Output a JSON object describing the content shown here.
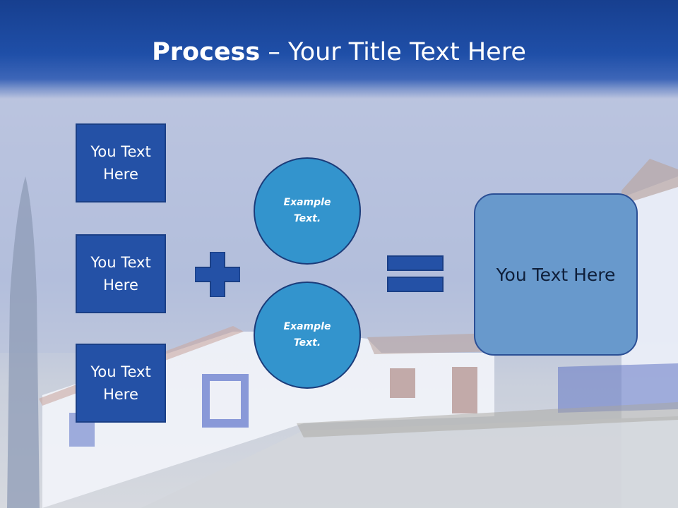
{
  "title": {
    "bold": "Process",
    "rest": " – Your Title Text Here"
  },
  "left_boxes": [
    {
      "label": "You Text Here"
    },
    {
      "label": "You Text Here"
    },
    {
      "label": "You Text Here"
    }
  ],
  "circles": [
    {
      "label": "Example Text."
    },
    {
      "label": "Example Text."
    }
  ],
  "operators": {
    "plus": "plus-icon",
    "equals": "equals-icon"
  },
  "result_box": {
    "label": "You Text Here"
  },
  "colors": {
    "header_blue": "#1f4fa8",
    "box_blue": "#2451a6",
    "circle_blue": "#3394cd",
    "result_blue": "#6899cc"
  }
}
